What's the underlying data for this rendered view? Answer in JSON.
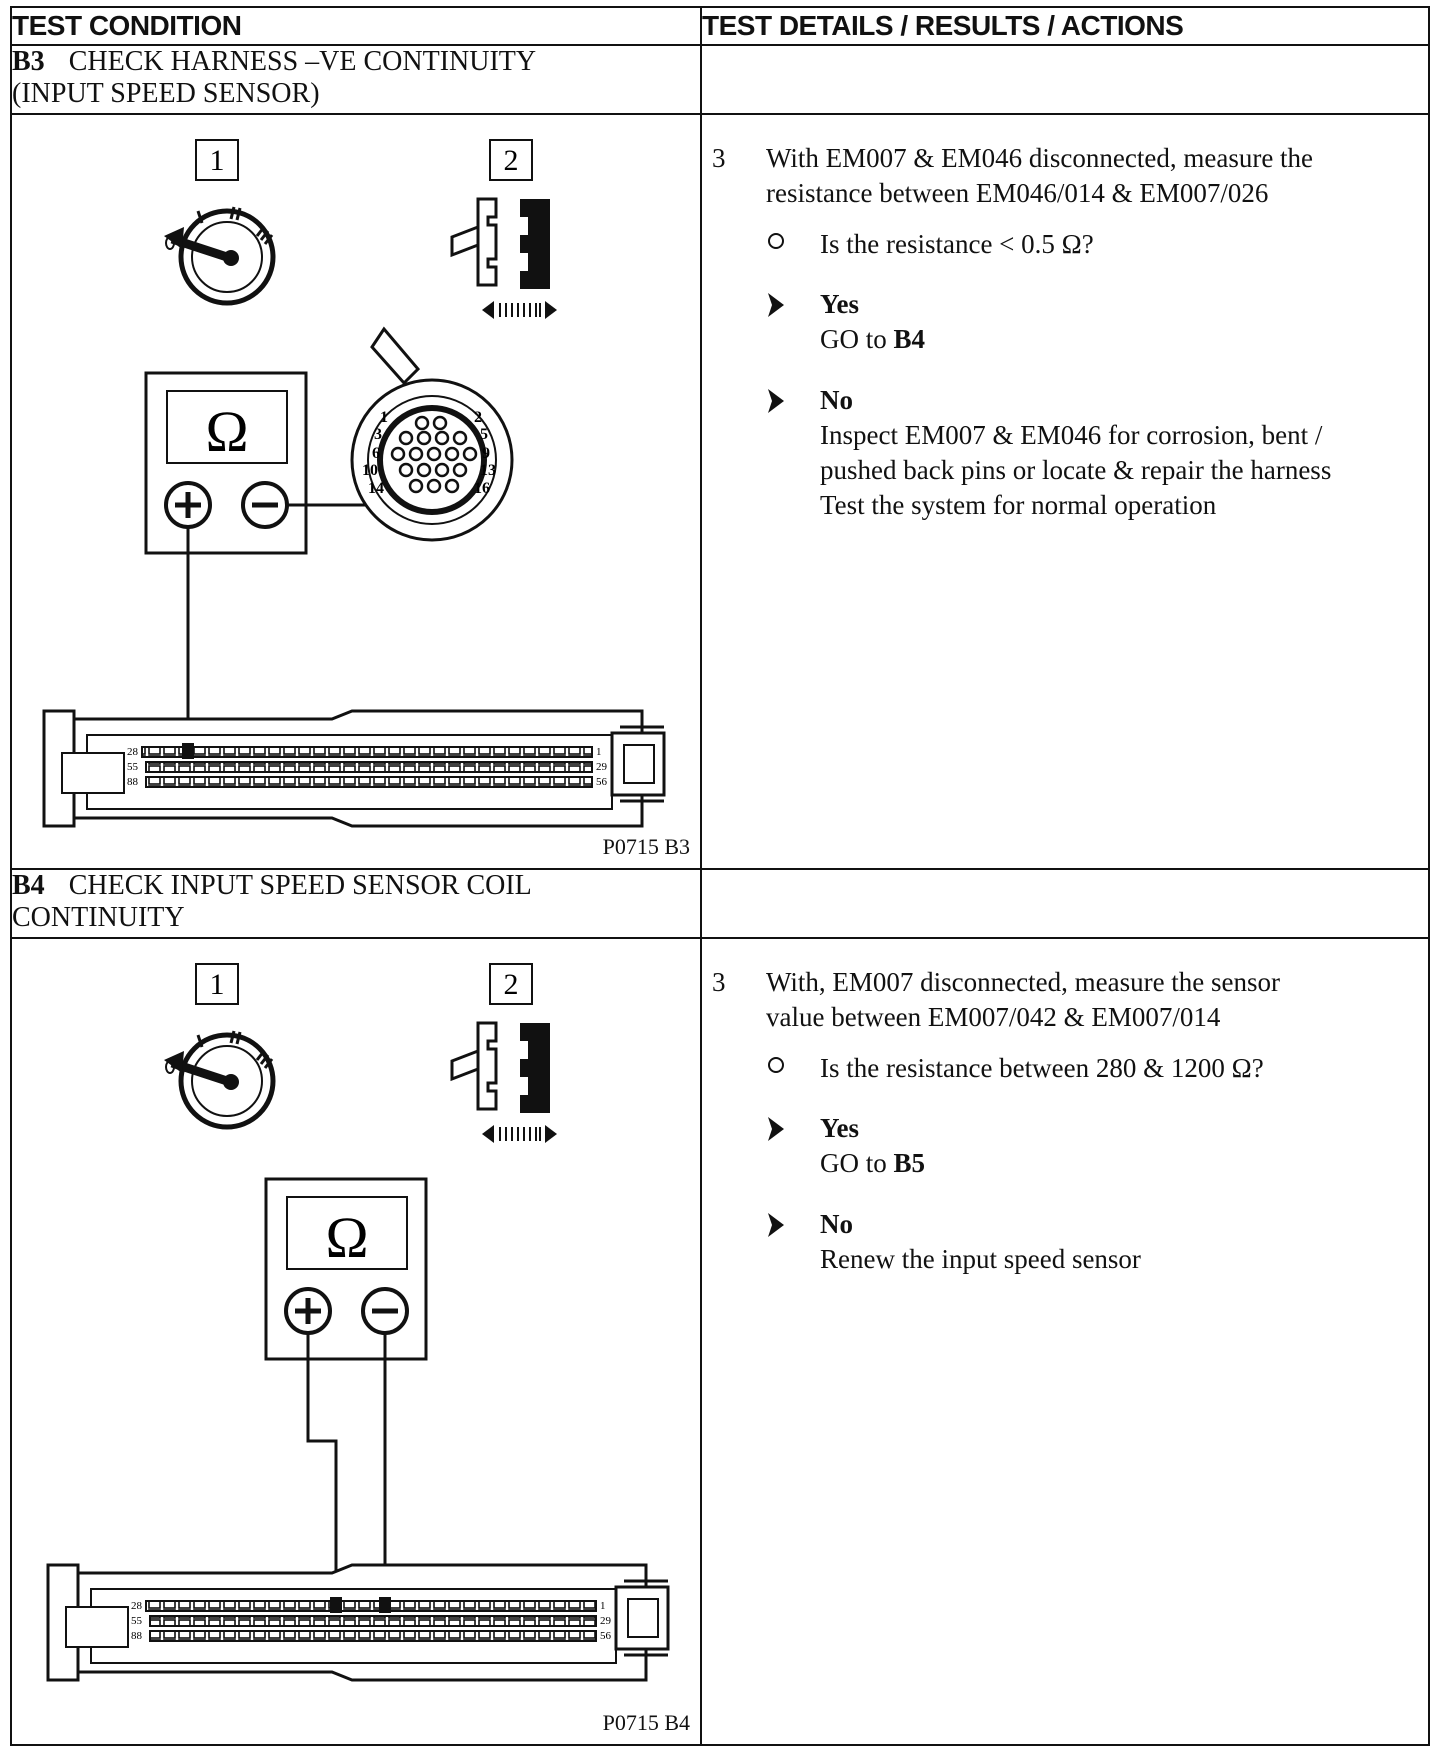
{
  "header": {
    "col1": "TEST CONDITION",
    "col2": "TEST DETAILS / RESULTS / ACTIONS"
  },
  "b3": {
    "code": "B3",
    "title_line1": "CHECK HARNESS –VE CONTINUITY",
    "title_line2": "(INPUT SPEED SENSOR)",
    "box1": "1",
    "box2": "2",
    "figure_label": "P0715 B3",
    "step": "3",
    "step_line1": "With EM007 & EM046 disconnected,  measure the",
    "step_line2": "resistance between EM046/014 & EM007/026",
    "question": "Is the resistance < 0.5 Ω?",
    "yes_label": "Yes",
    "yes_action_prefix": "GO to ",
    "yes_action_target": "B4",
    "no_label": "No",
    "no_line1": "Inspect EM007 & EM046 for corrosion, bent /",
    "no_line2": "pushed back pins or locate & repair the harness",
    "no_line3": "Test the system for normal operation"
  },
  "b4": {
    "code": "B4",
    "title_line1": "CHECK INPUT SPEED SENSOR COIL",
    "title_line2": "CONTINUITY",
    "box1": "1",
    "box2": "2",
    "figure_label": "P0715 B4",
    "step": "3",
    "step_line1": "With, EM007 disconnected,  measure the sensor",
    "step_line2": "value between EM007/042 & EM007/014",
    "question": "Is the resistance between 280 & 1200 Ω?",
    "yes_label": "Yes",
    "yes_action_prefix": "GO to ",
    "yes_action_target": "B5",
    "no_label": "No",
    "no_line1": "Renew the input speed sensor"
  },
  "meter": {
    "symbol": "Ω",
    "plus": "+",
    "minus": "−"
  },
  "sensor_connector": {
    "pins": [
      "1",
      "2",
      "3",
      "5",
      "6",
      "9",
      "10",
      "13",
      "14",
      "16"
    ]
  },
  "ecm_connector": {
    "row_labels_left": [
      "28",
      "55",
      "88"
    ],
    "row_labels_right": [
      "1",
      "29",
      "56"
    ]
  }
}
